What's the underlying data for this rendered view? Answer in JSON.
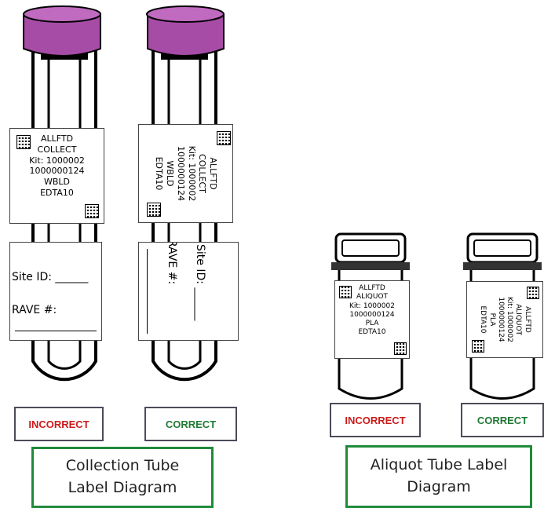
{
  "collection": {
    "label_lines": [
      "ALLFTD",
      "COLLECT",
      "Kit: 1000002",
      "1000000124",
      "WBLD",
      "EDTA10"
    ],
    "site_id": "Site ID: ______",
    "rave": "RAVE #:",
    "site_id_rot": "Site ID: ______",
    "rave_rot": "RAVE #:",
    "incorrect": "INCORRECT",
    "correct": "CORRECT",
    "caption_line1": "Collection Tube",
    "caption_line2": "Label Diagram"
  },
  "aliquot": {
    "label_lines": [
      "ALLFTD",
      "ALIQUOT",
      "Kit: 1000002",
      "1000000124",
      "PLA",
      "EDTA10"
    ],
    "incorrect": "INCORRECT",
    "correct": "CORRECT",
    "caption_line1": "Aliquot Tube Label",
    "caption_line2": "Diagram"
  },
  "colors": {
    "cap_purple": "#a64ca6",
    "incorrect_red": "#cc1b1b",
    "correct_green": "#1f7a33",
    "caption_border": "#1f8a3a"
  }
}
